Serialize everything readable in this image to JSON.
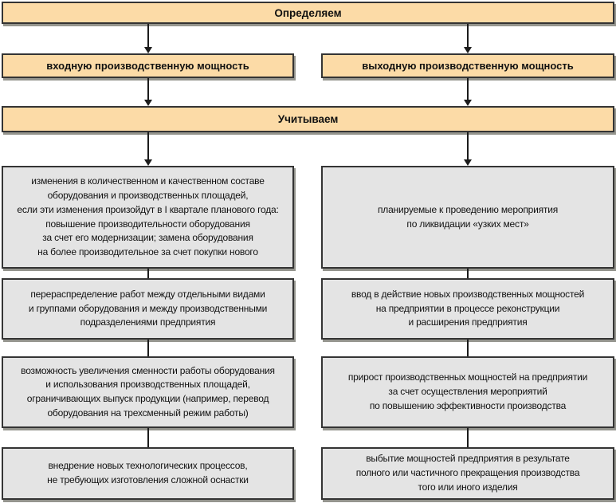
{
  "diagram": {
    "top_banner": "Определяем",
    "middle_banner": "Учитываем",
    "branches": {
      "left": "входную производственную мощность",
      "right": "выходную производственную мощность"
    },
    "left_column": [
      "изменения в количественном и качественном составе\nоборудования и производственных площадей,\nесли эти изменения произойдут в I квартале планового года:\nповышение производительности оборудования\nза счет его модернизации; замена оборудования\nна более производительное за счет покупки нового",
      "перераспределение работ между отдельными видами\nи группами оборудования и между производственными\nподразделениями предприятия",
      "возможность увеличения сменности работы оборудования\nи использования производственных площадей,\nограничивающих выпуск продукции (например, перевод\nоборудования на трехсменный режим работы)",
      "внедрение новых технологических процессов,\nне требующих изготовления сложной оснастки"
    ],
    "right_column": [
      "планируемые к проведению мероприятия\nпо ликвидации «узких мест»",
      "ввод в действие новых производственных мощностей\nна предприятии в процессе реконструкции\nи расширения предприятия",
      "прирост производственных мощностей на предприятии\nза счет осуществления мероприятий\nпо повышению эффективности производства",
      "выбытие мощностей предприятия в результате\nполного или частичного прекращения производства\nтого или иного изделия"
    ]
  },
  "colors": {
    "banner_fill": "#fcdba7",
    "box_fill": "#e4e4e4",
    "border": "#343434",
    "shadow": "#95958e",
    "line": "#1c1c1c"
  }
}
